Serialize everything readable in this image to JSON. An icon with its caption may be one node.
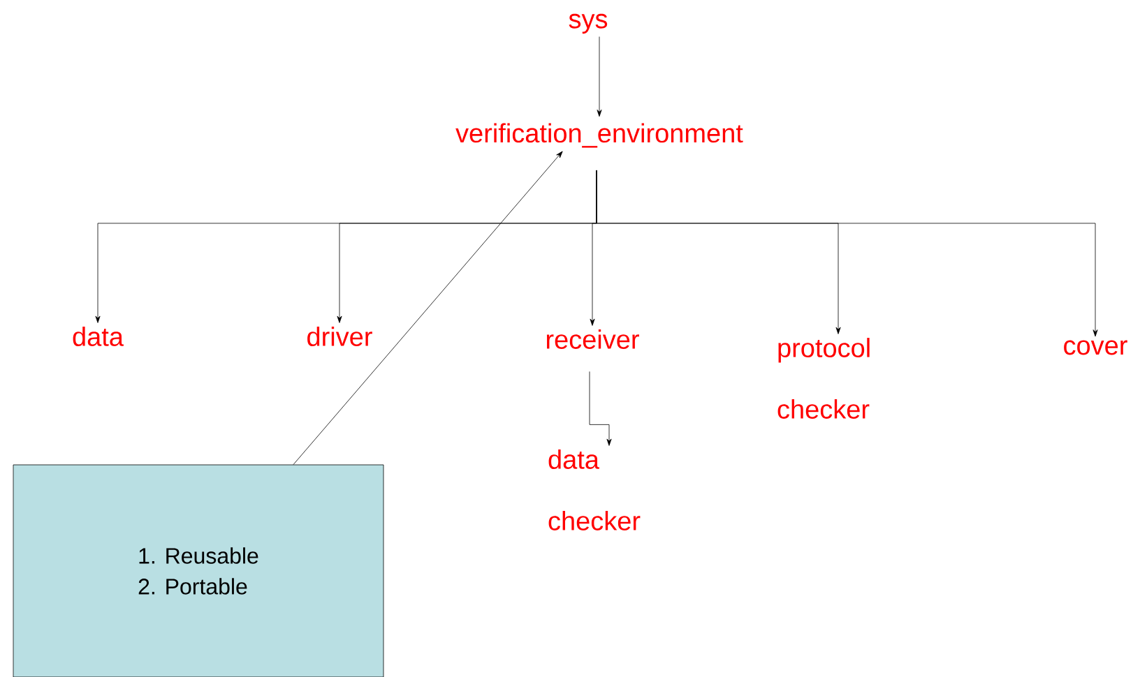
{
  "diagram": {
    "nodes": [
      {
        "text": [
          "sys"
        ]
      },
      {
        "text": [
          "verification_environment"
        ]
      },
      {
        "text": [
          "data"
        ]
      },
      {
        "text": [
          "driver"
        ]
      },
      {
        "text": [
          "receiver"
        ]
      },
      {
        "text": [
          "protocol checker"
        ]
      },
      {
        "text": [
          "cover"
        ]
      },
      {
        "text": [
          "data checker"
        ]
      },
      {
        "text": [
          "1. Reusable",
          "2. Portable"
        ]
      }
    ],
    "edges": [
      {
        "from": 0,
        "to": 1,
        "arrow": "to"
      },
      {
        "from": 1,
        "to": 2,
        "arrow": "to"
      },
      {
        "from": 1,
        "to": 3,
        "arrow": "to"
      },
      {
        "from": 1,
        "to": 4,
        "arrow": "to"
      },
      {
        "from": 1,
        "to": 5,
        "arrow": "to"
      },
      {
        "from": 1,
        "to": 6,
        "arrow": "to"
      },
      {
        "from": 4,
        "to": 7,
        "arrow": "to"
      },
      {
        "from": 8,
        "to": 1,
        "arrow": "to"
      }
    ]
  }
}
